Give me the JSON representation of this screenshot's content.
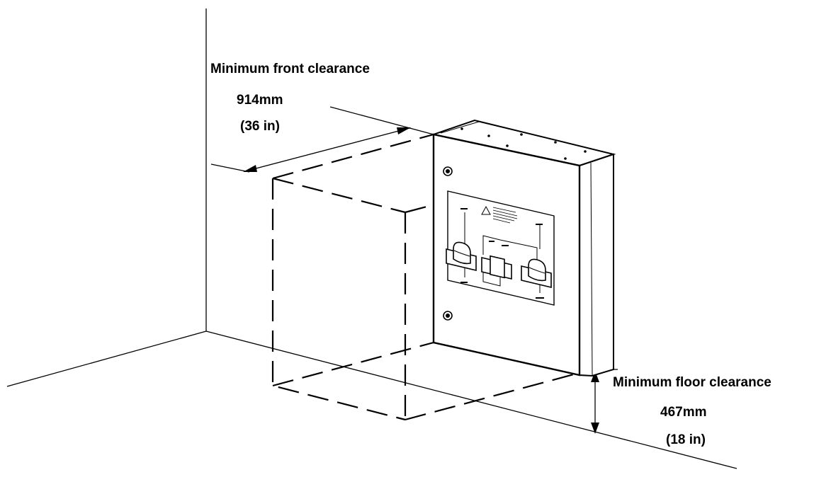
{
  "front_clearance": {
    "title": "Minimum front clearance",
    "metric": "914mm",
    "imperial": "(36 in)"
  },
  "floor_clearance": {
    "title": "Minimum floor clearance",
    "metric": "467mm",
    "imperial": "(18 in)"
  }
}
